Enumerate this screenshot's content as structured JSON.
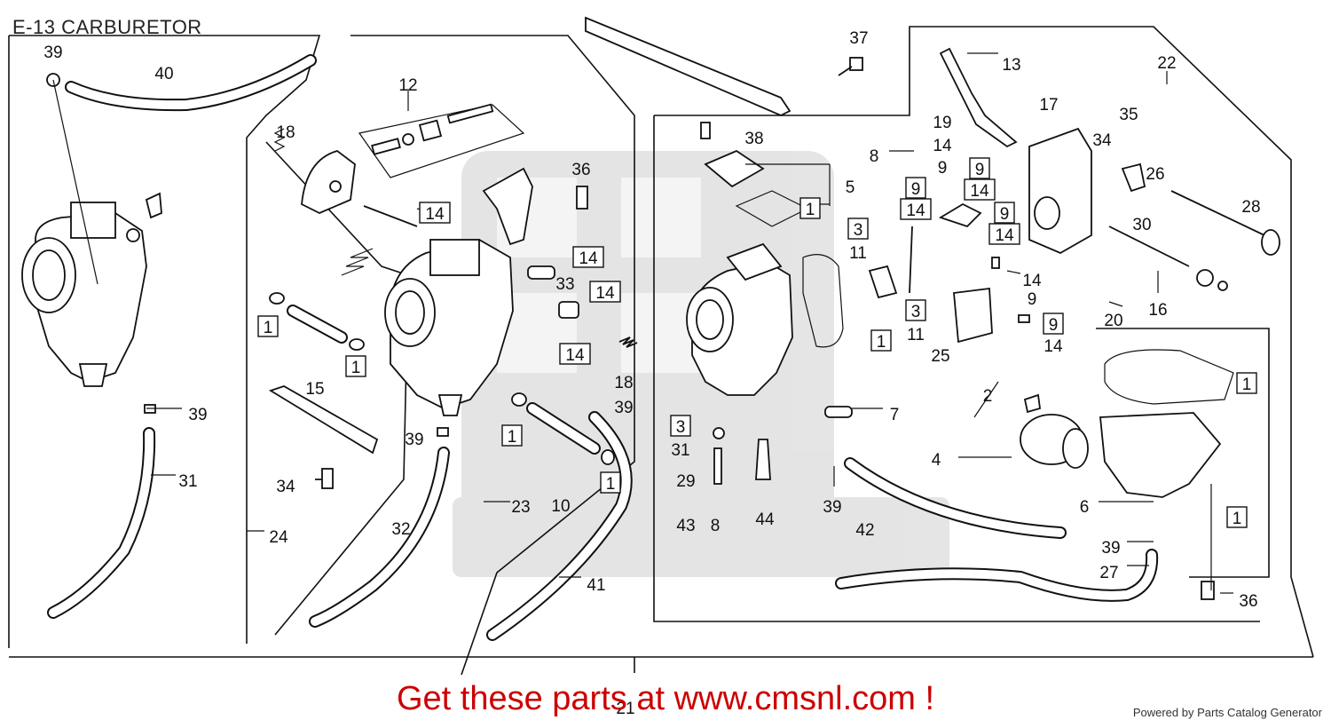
{
  "title": "E-13 CARBURETOR",
  "footer": {
    "cta": "Get these parts at www.cmsnl.com !",
    "powered": "Powered by Parts Catalog Generator"
  },
  "callouts": [
    {
      "id": "39a",
      "text": "39"
    },
    {
      "id": "40",
      "text": "40"
    },
    {
      "id": "18a",
      "text": "18"
    },
    {
      "id": "12",
      "text": "12"
    },
    {
      "id": "14a",
      "text": "14",
      "boxed": true
    },
    {
      "id": "36a",
      "text": "36"
    },
    {
      "id": "37",
      "text": "37"
    },
    {
      "id": "13",
      "text": "13"
    },
    {
      "id": "17",
      "text": "17"
    },
    {
      "id": "22",
      "text": "22"
    },
    {
      "id": "38",
      "text": "38"
    },
    {
      "id": "5",
      "text": "5"
    },
    {
      "id": "1a",
      "text": "1",
      "boxed": true
    },
    {
      "id": "8",
      "text": "8"
    },
    {
      "id": "19",
      "text": "19"
    },
    {
      "id": "14b",
      "text": "14"
    },
    {
      "id": "9a",
      "text": "9"
    },
    {
      "id": "9b",
      "text": "9",
      "boxed": true
    },
    {
      "id": "14c",
      "text": "14",
      "boxed": true
    },
    {
      "id": "9c",
      "text": "9",
      "boxed": true
    },
    {
      "id": "14d",
      "text": "14",
      "boxed": true
    },
    {
      "id": "9d",
      "text": "9",
      "boxed": true
    },
    {
      "id": "14e",
      "text": "14",
      "boxed": true
    },
    {
      "id": "35",
      "text": "35"
    },
    {
      "id": "34a",
      "text": "34"
    },
    {
      "id": "26",
      "text": "26"
    },
    {
      "id": "30",
      "text": "30"
    },
    {
      "id": "28",
      "text": "28"
    },
    {
      "id": "3a",
      "text": "3",
      "boxed": true
    },
    {
      "id": "11a",
      "text": "11"
    },
    {
      "id": "14f",
      "text": "14",
      "boxed": true
    },
    {
      "id": "33",
      "text": "33"
    },
    {
      "id": "14g",
      "text": "14",
      "boxed": true
    },
    {
      "id": "14h",
      "text": "14"
    },
    {
      "id": "9e",
      "text": "9"
    },
    {
      "id": "3b",
      "text": "3",
      "boxed": true
    },
    {
      "id": "11b",
      "text": "11"
    },
    {
      "id": "9f",
      "text": "9",
      "boxed": true
    },
    {
      "id": "14i",
      "text": "14"
    },
    {
      "id": "20",
      "text": "20"
    },
    {
      "id": "16",
      "text": "16"
    },
    {
      "id": "1b",
      "text": "1",
      "boxed": true
    },
    {
      "id": "1c",
      "text": "1",
      "boxed": true
    },
    {
      "id": "1d",
      "text": "1",
      "boxed": true
    },
    {
      "id": "15",
      "text": "15"
    },
    {
      "id": "14j",
      "text": "14",
      "boxed": true
    },
    {
      "id": "18b",
      "text": "18"
    },
    {
      "id": "1e",
      "text": "1",
      "boxed": true
    },
    {
      "id": "25",
      "text": "25"
    },
    {
      "id": "2",
      "text": "2"
    },
    {
      "id": "39b",
      "text": "39"
    },
    {
      "id": "39c",
      "text": "39"
    },
    {
      "id": "39d",
      "text": "39"
    },
    {
      "id": "7",
      "text": "7"
    },
    {
      "id": "3c",
      "text": "3",
      "boxed": true
    },
    {
      "id": "31a",
      "text": "31"
    },
    {
      "id": "4",
      "text": "4"
    },
    {
      "id": "31b",
      "text": "31"
    },
    {
      "id": "34b",
      "text": "34"
    },
    {
      "id": "29",
      "text": "29"
    },
    {
      "id": "6",
      "text": "6"
    },
    {
      "id": "1f",
      "text": "1",
      "boxed": true
    },
    {
      "id": "23",
      "text": "23"
    },
    {
      "id": "10",
      "text": "10"
    },
    {
      "id": "1g",
      "text": "1",
      "boxed": true
    },
    {
      "id": "43",
      "text": "43"
    },
    {
      "id": "8b",
      "text": "8"
    },
    {
      "id": "44",
      "text": "44"
    },
    {
      "id": "39e",
      "text": "39"
    },
    {
      "id": "42",
      "text": "42"
    },
    {
      "id": "24",
      "text": "24"
    },
    {
      "id": "32",
      "text": "32"
    },
    {
      "id": "39f",
      "text": "39"
    },
    {
      "id": "27",
      "text": "27"
    },
    {
      "id": "41",
      "text": "41"
    },
    {
      "id": "36b",
      "text": "36"
    },
    {
      "id": "21",
      "text": "21"
    },
    {
      "id": "1h",
      "text": "1",
      "boxed": true
    }
  ]
}
